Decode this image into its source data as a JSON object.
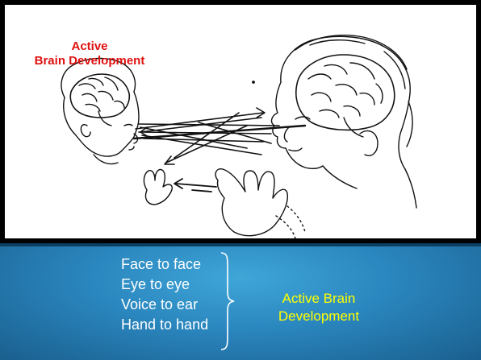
{
  "illustration": {
    "caption_line1": "Active",
    "caption_line2": "Brain Development",
    "caption_color": "#e01010",
    "left_figure": "infant-head-with-brain",
    "right_figure": "adult-head-with-brain",
    "hands": [
      "infant-hand",
      "adult-hand"
    ]
  },
  "bottom": {
    "items": [
      "Face to face",
      "Eye to eye",
      "Voice to ear",
      "Hand to hand"
    ],
    "result_line1": "Active Brain",
    "result_line2": "Development",
    "result_color": "#ffff00",
    "background_color": "#2a86be"
  }
}
